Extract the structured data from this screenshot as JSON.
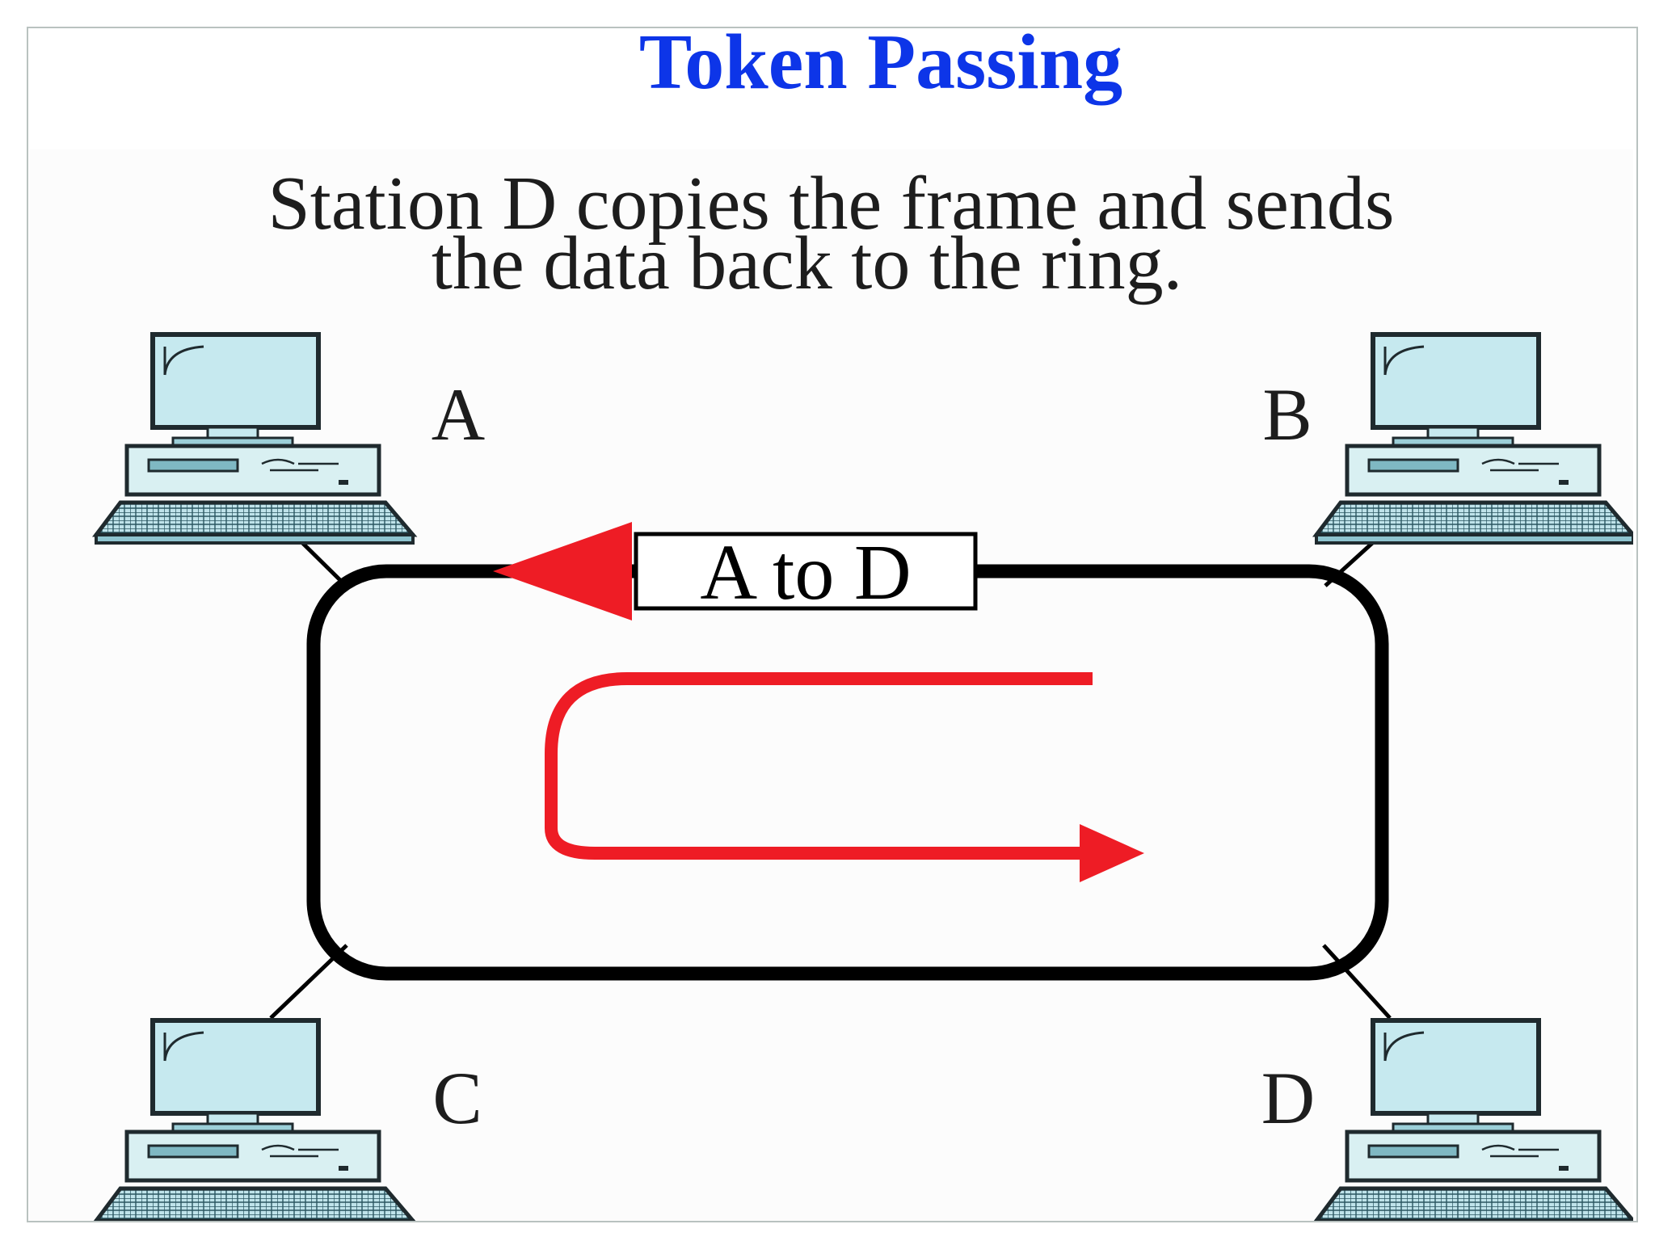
{
  "slide": {
    "title": "Token Passing"
  },
  "figure": {
    "caption_line_1": "Station D copies the frame and sends",
    "caption_line_2": "the data back to the ring.",
    "frame_label": "A to D",
    "stations": [
      "A",
      "B",
      "C",
      "D"
    ]
  },
  "colors": {
    "title": "#0d35e8",
    "ring": "#000000",
    "arrow": "#ee1c25",
    "monitor_screen": "#c6e9ef",
    "computer_body": "#d9f0f2"
  },
  "icons": {
    "station": "computer-icon",
    "token_arrow": "arrow-left-icon",
    "return_path": "u-turn-arrow-icon"
  }
}
